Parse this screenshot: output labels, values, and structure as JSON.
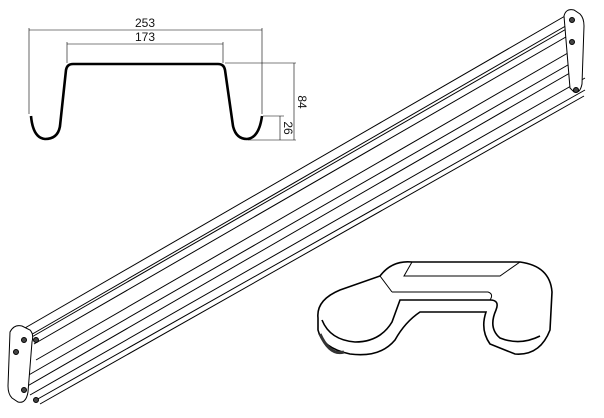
{
  "profile": {
    "dimensions": {
      "overall_width": "253",
      "top_width": "173",
      "height": "84",
      "hook_depth": "26"
    }
  }
}
